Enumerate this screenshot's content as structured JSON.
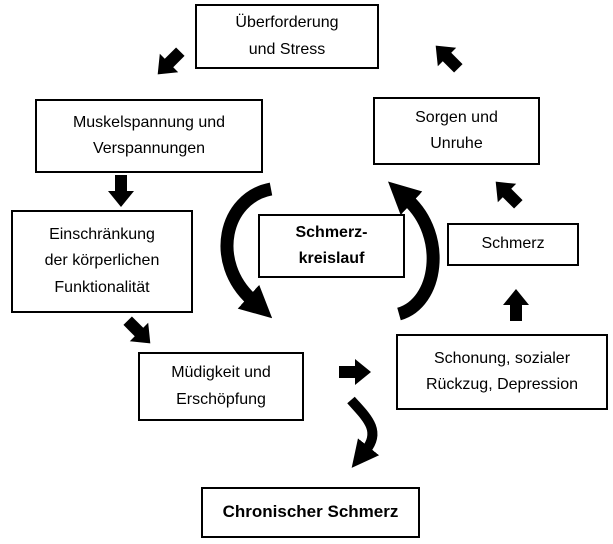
{
  "diagram_title": "Schmerzkreislauf (pain cycle) flow diagram",
  "colors": {
    "ink": "#000000",
    "paper": "#ffffff",
    "box_fill": "#ffffff"
  },
  "nodes": {
    "stress": {
      "text": "Überforderung\nund Stress"
    },
    "muskel": {
      "text": "Muskelspannung und\nVerspannungen"
    },
    "einschraenkung": {
      "text": "Einschränkung\nder körperlichen\nFunktionalität"
    },
    "kreislauf": {
      "text": "Schmerz-\nkreislauf",
      "emphasis": "bold"
    },
    "sorgen": {
      "text": "Sorgen und\nUnruhe"
    },
    "schmerz": {
      "text": "Schmerz"
    },
    "muedigkeit": {
      "text": "Müdigkeit und\nErschöpfung"
    },
    "schonung": {
      "text": "Schonung, sozialer\nRückzug, Depression"
    },
    "chronisch": {
      "text": "Chronischer Schmerz",
      "emphasis": "bold"
    }
  },
  "edges": [
    {
      "from": "stress",
      "to": "muskel",
      "style": "block-arrow",
      "direction": "southwest"
    },
    {
      "from": "muskel",
      "to": "einschraenkung",
      "style": "block-arrow",
      "direction": "south"
    },
    {
      "from": "einschraenkung",
      "to": "muedigkeit",
      "style": "block-arrow",
      "direction": "southeast"
    },
    {
      "from": "muedigkeit",
      "to": "schonung",
      "style": "block-arrow",
      "direction": "east"
    },
    {
      "from": "schonung",
      "to": "schmerz",
      "style": "block-arrow",
      "direction": "north"
    },
    {
      "from": "schmerz",
      "to": "sorgen",
      "style": "block-arrow",
      "direction": "northwest"
    },
    {
      "from": "sorgen",
      "to": "stress",
      "style": "block-arrow",
      "direction": "northwest"
    },
    {
      "from": "kreislauf",
      "to": "kreislauf",
      "style": "arc-counterclockwise-left",
      "direction": "down-left-side"
    },
    {
      "from": "kreislauf",
      "to": "kreislauf",
      "style": "arc-counterclockwise-right",
      "direction": "up-right-side"
    },
    {
      "from": "kreislauf",
      "to": "chronisch",
      "style": "curved-arrow",
      "direction": "south-southwest"
    }
  ]
}
